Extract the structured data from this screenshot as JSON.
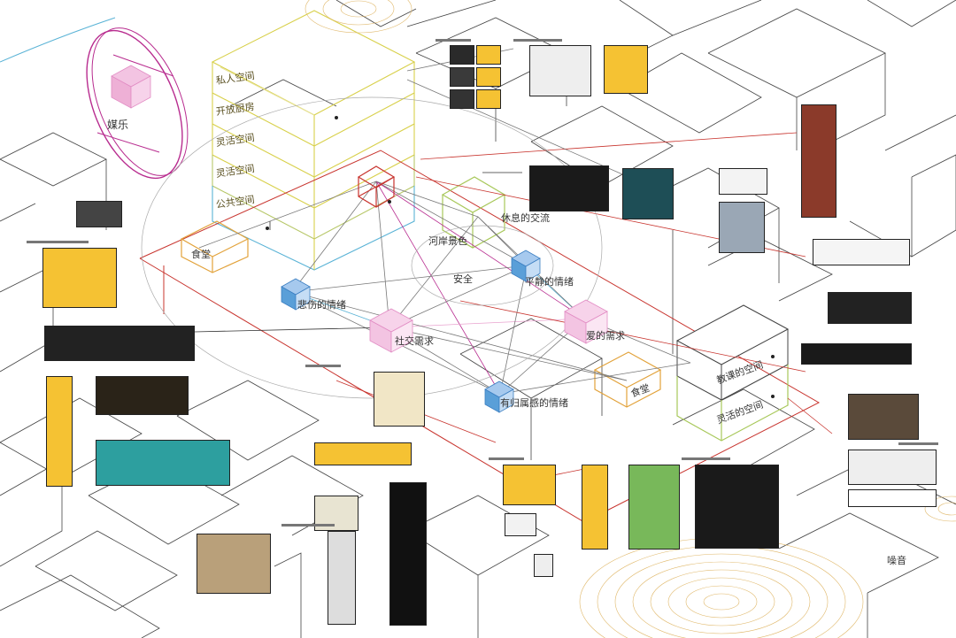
{
  "labels": {
    "media": "媒乐",
    "private_space": "私人空间",
    "open_kitchen": "开放厨房",
    "flexible_space": "灵活空间",
    "public_space": "公共空间",
    "canteen_left": "食堂",
    "canteen_right": "食堂",
    "rest_exchange": "休息的交流",
    "riverside_scenery": "河岸景色",
    "safety": "安全",
    "calm_emotion": "平静的情绪",
    "sad_emotion": "悲伤的情绪",
    "social_need": "社交需求",
    "love_need": "爱的需求",
    "belonging_emotion": "有归属感的情绪",
    "teaching_space": "教课的空间",
    "flexible_space_2": "灵活的空间",
    "noise": "噪音"
  },
  "colors": {
    "yellow": "#d8d04a",
    "magenta": "#b82c8f",
    "cyan": "#5ab3d6",
    "orange": "#e2a23a",
    "pink": "#e9a3cf",
    "blue_cube": "#5a9fd8",
    "red": "#c8342e",
    "green": "#a8c85a",
    "teal": "#44a8a4"
  }
}
